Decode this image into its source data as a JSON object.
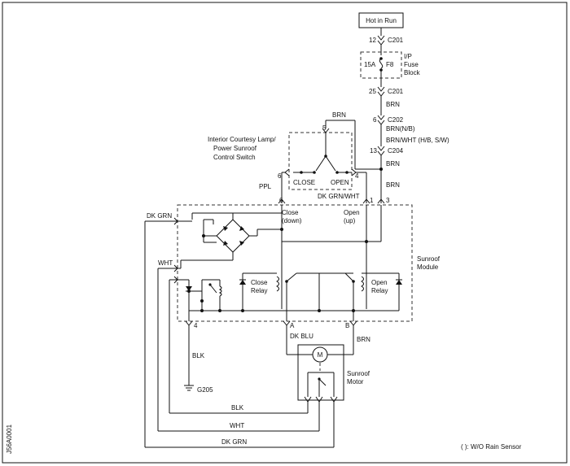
{
  "labels": {
    "hot_in_run": "Hot in Run",
    "pin_12": "12",
    "c201_top": "C201",
    "fuse_amp": "15A",
    "fuse_f8": "F8",
    "fuse_block": [
      "I/P",
      "Fuse",
      "Block"
    ],
    "pin_25": "25",
    "c201_bottom": "C201",
    "brn_1": "BRN",
    "pin_6_c202": "6",
    "c202": "C202",
    "brn_nb": "BRN(N/B)",
    "brn_wht": "BRN/WHT (H/B, S/W)",
    "pin_13": "13",
    "c204": "C204",
    "brn_2": "BRN",
    "brn_3": "BRN",
    "brn_top_loop": "BRN",
    "switch_title": [
      "Interior Courtesy Lamp/",
      "Power Sunroof",
      "Control Switch"
    ],
    "sw_pin_5": "5",
    "sw_pin_6": "6",
    "sw_pin_4": "4",
    "sw_close": "CLOSE",
    "sw_open": "OPEN",
    "ppl": "PPL",
    "dk_grn_wht": "DK GRN/WHT",
    "mod_pin_6": "6",
    "mod_pin_1": "1",
    "mod_pin_3": "3",
    "close_down": [
      "Close",
      "(down)"
    ],
    "open_up": [
      "Open",
      "(up)"
    ],
    "sunroof_module": [
      "Sunroof",
      "Module"
    ],
    "dk_grn_left": "DK GRN",
    "wht_left": "WHT",
    "close_relay": [
      "Close",
      "Relay"
    ],
    "open_relay": [
      "Open",
      "Relay"
    ],
    "pin_4_bottom": "4",
    "pin_a": "A",
    "pin_b": "B",
    "dk_blu": "DK BLU",
    "brn_motor": "BRN",
    "blk_vertical": "BLK",
    "g205": "G205",
    "motor_m": "M",
    "sunroof_motor": [
      "Sunroof",
      "Motor"
    ],
    "blk_bottom": "BLK",
    "wht_bottom": "WHT",
    "dk_grn_bottom": "DK GRN",
    "legend": "( ): W/O Rain Sensor",
    "figure_id": "J56A0001"
  }
}
